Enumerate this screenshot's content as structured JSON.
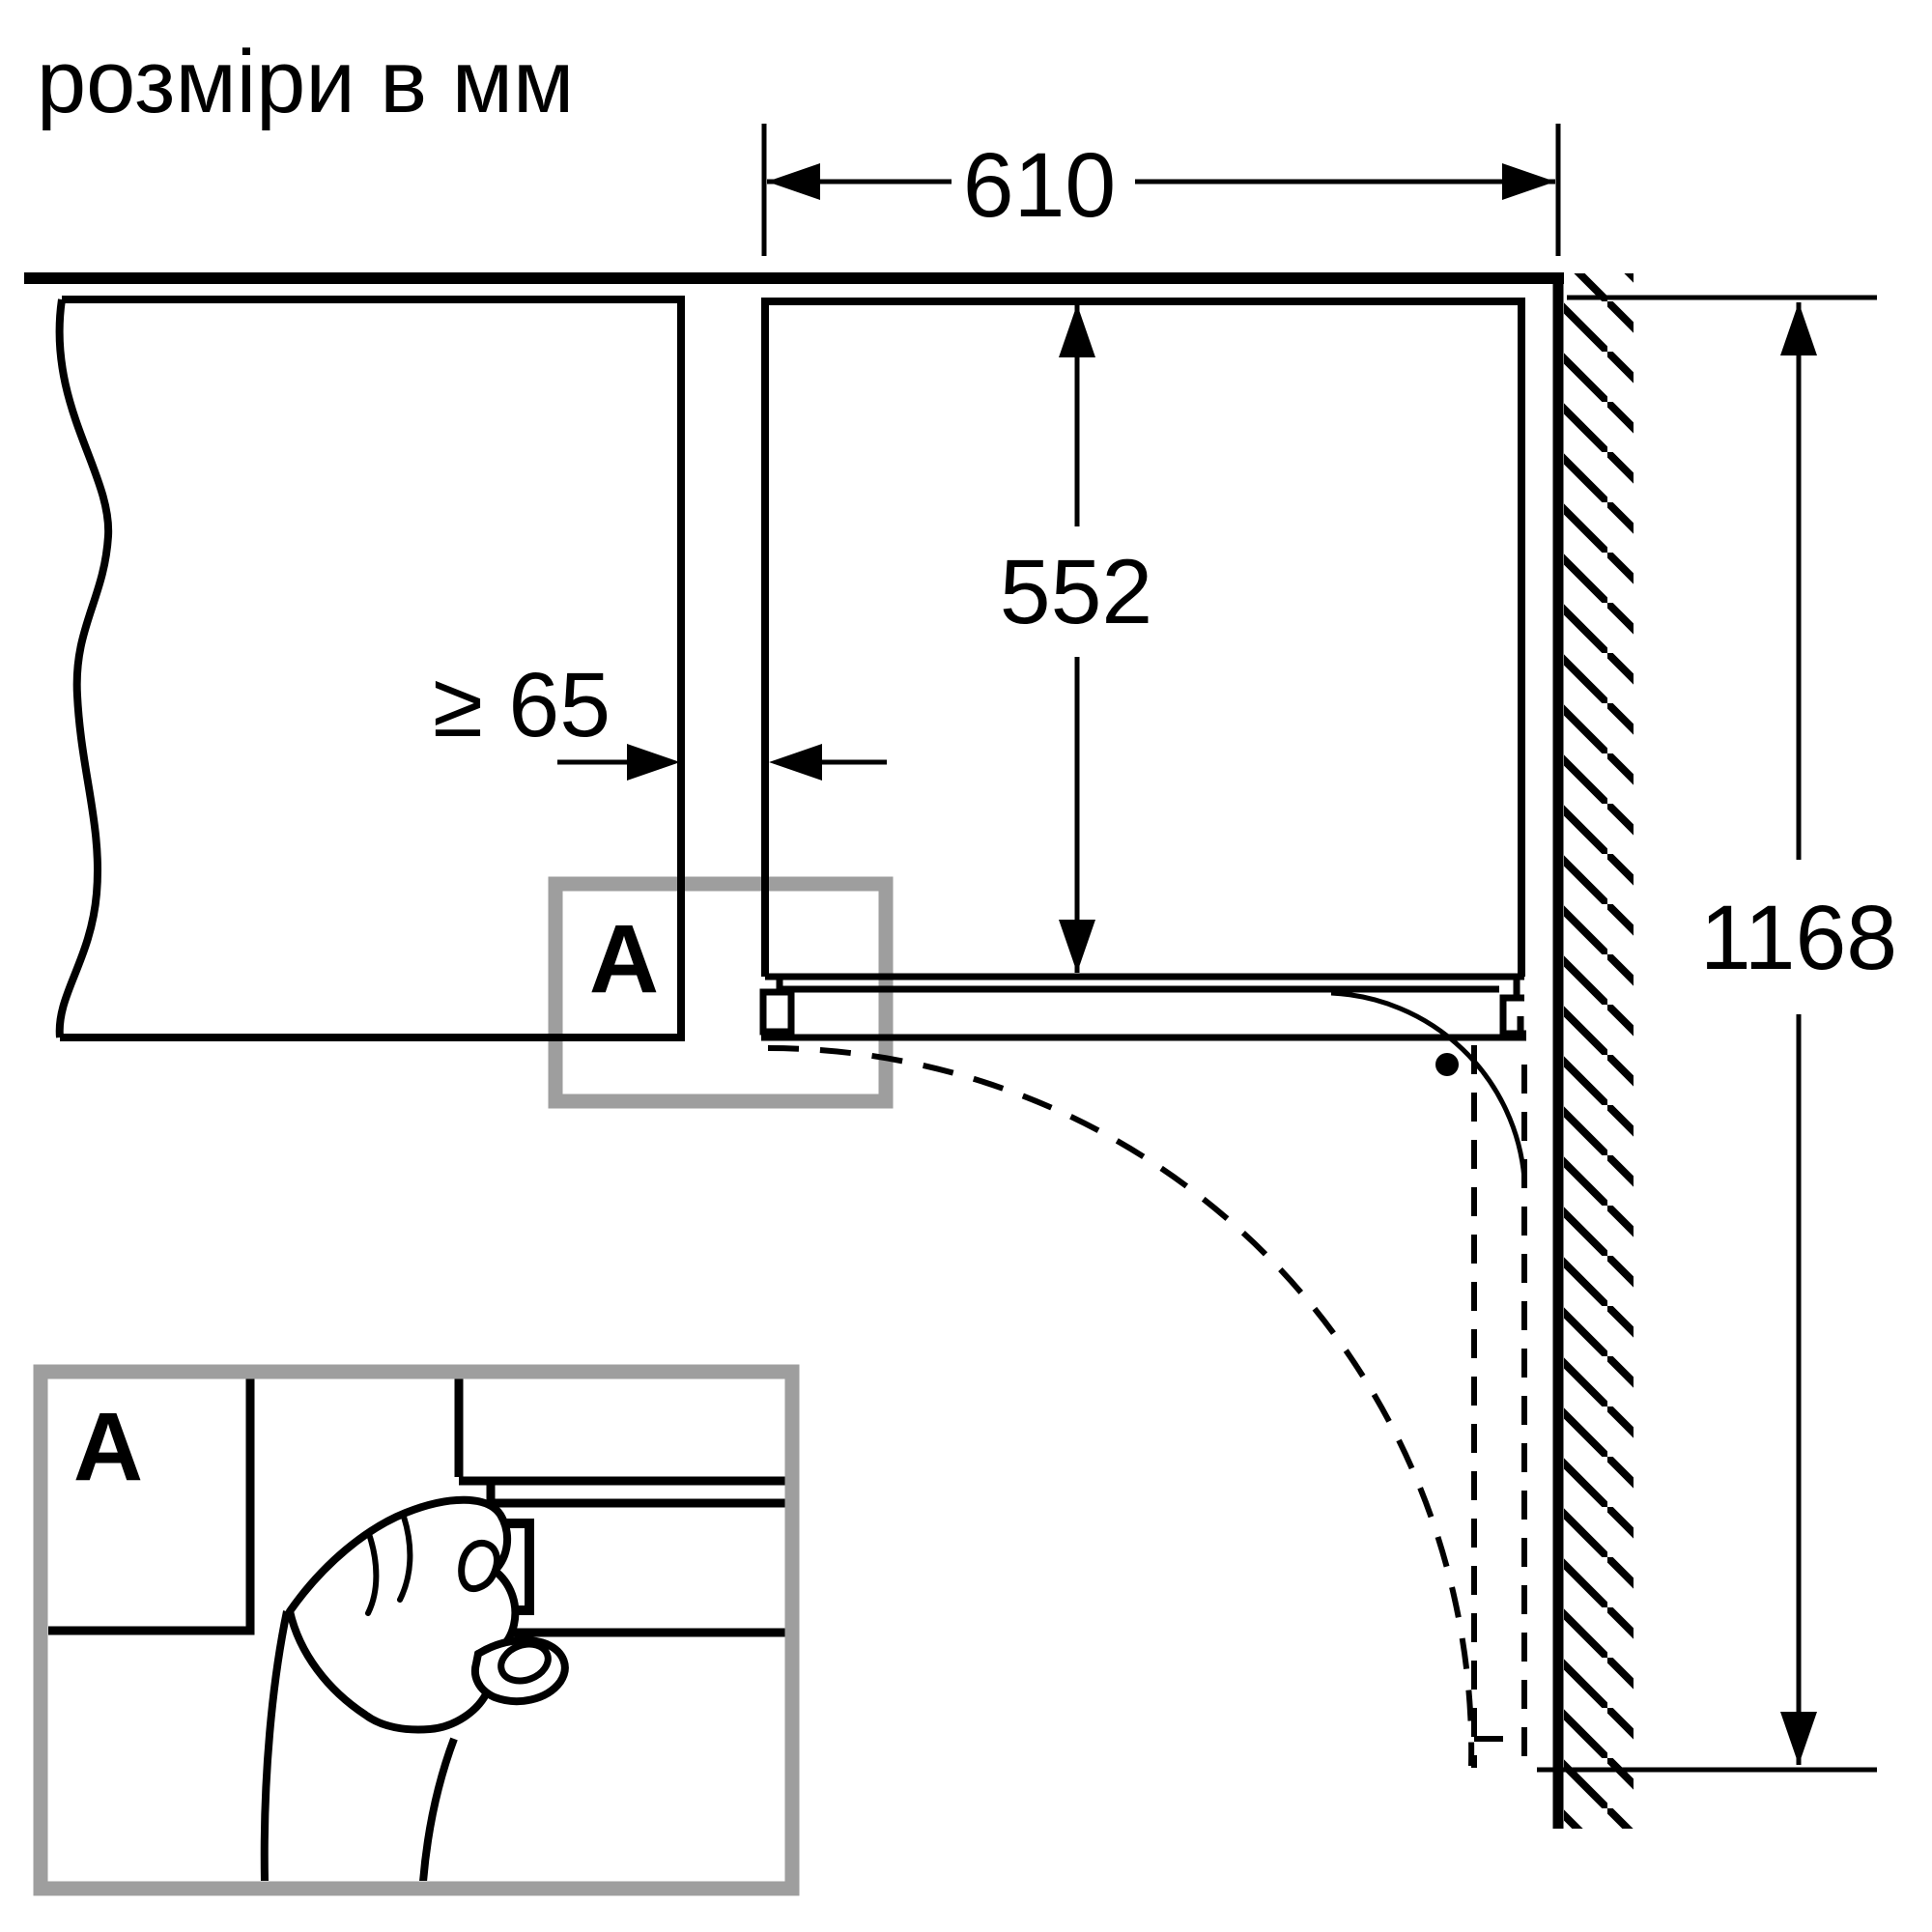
{
  "title": "розміри в мм",
  "dimensions": {
    "niche_width_mm": "610",
    "niche_depth_mm": "552",
    "min_side_clearance_mm": "≥ 65",
    "open_door_depth_mm": "1168"
  },
  "callout": {
    "label": "A"
  },
  "detail_view": {
    "label": "A"
  },
  "colors": {
    "line": "#000000",
    "callout_frame": "#9e9e9e",
    "background": "#ffffff"
  }
}
